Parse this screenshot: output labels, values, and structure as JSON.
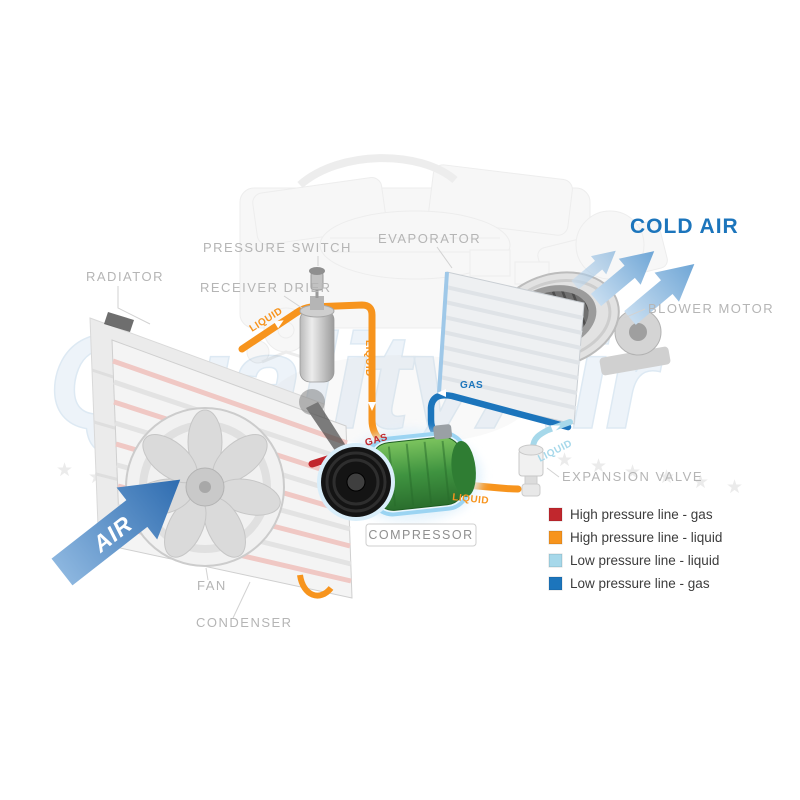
{
  "watermark": {
    "text": "QualityAir",
    "star": "★"
  },
  "labels": {
    "radiator": "RADIATOR",
    "pressure_switch": "PRESSURE SWITCH",
    "receiver_drier": "RECEIVER DRIER",
    "evaporator": "EVAPORATOR",
    "blower_motor": "BLOWER MOTOR",
    "cold_air": "COLD AIR",
    "expansion_valve": "EXPANSION VALVE",
    "compressor": "COMPRESSOR",
    "fan": "FAN",
    "condenser": "CONDENSER",
    "air": "AIR"
  },
  "pipes": {
    "cond_to_drier": "LIQUID",
    "drier_down": "LIQUID",
    "to_valve": "LIQUID",
    "valve_to_evap": "LIQUID",
    "evap_out": "GAS",
    "comp_out": "GAS"
  },
  "legend": {
    "items": [
      {
        "label": "High pressure line - gas",
        "color": "#c1272d"
      },
      {
        "label": "High pressure line - liquid",
        "color": "#f7941d"
      },
      {
        "label": "Low pressure line - liquid",
        "color": "#a6d8ea"
      },
      {
        "label": "Low pressure line -  gas",
        "color": "#1c75bc"
      }
    ]
  },
  "colors": {
    "cold_air": "#1c75bc"
  }
}
